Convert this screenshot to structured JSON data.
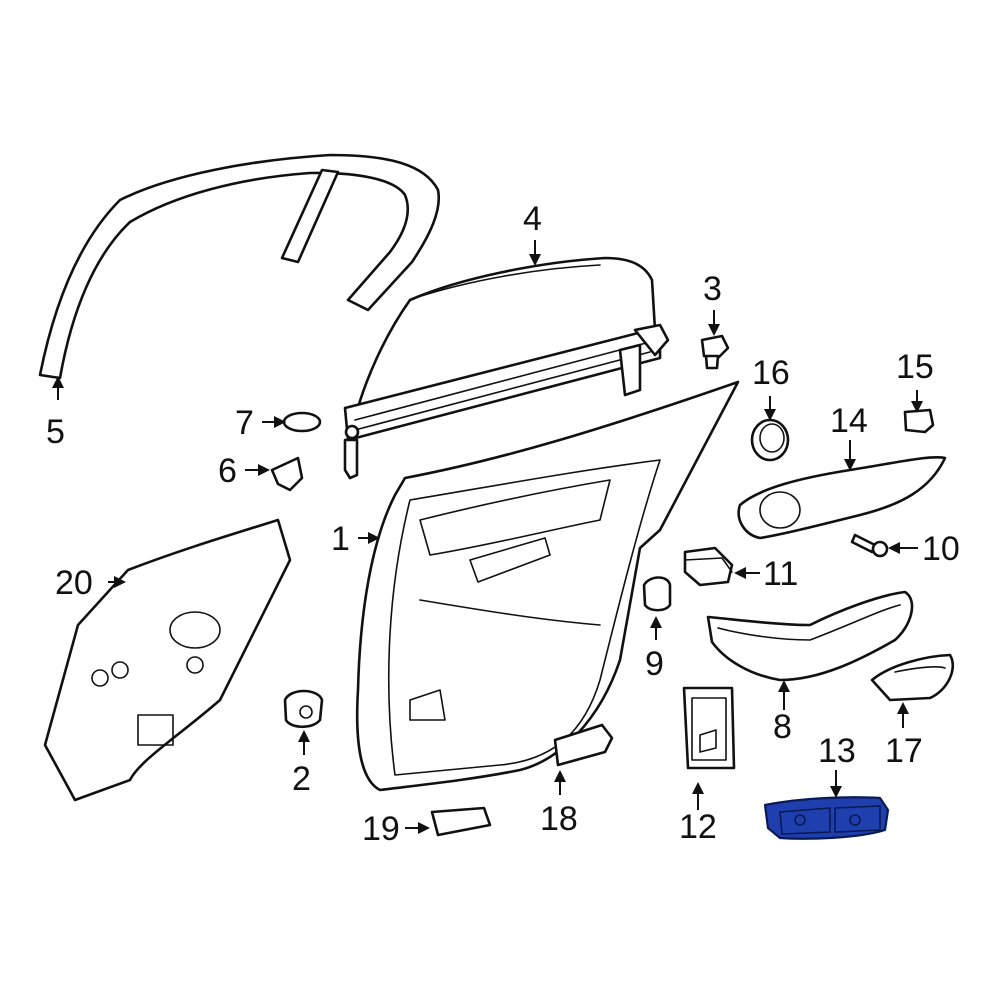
{
  "highlight_color": "#1f3fae",
  "callouts": {
    "c1": "1",
    "c2": "2",
    "c3": "3",
    "c4": "4",
    "c5": "5",
    "c6": "6",
    "c7": "7",
    "c8": "8",
    "c9": "9",
    "c10": "10",
    "c11": "11",
    "c12": "12",
    "c13": "13",
    "c14": "14",
    "c15": "15",
    "c16": "16",
    "c17": "17",
    "c18": "18",
    "c19": "19",
    "c20": "20"
  },
  "highlighted_part": "13"
}
